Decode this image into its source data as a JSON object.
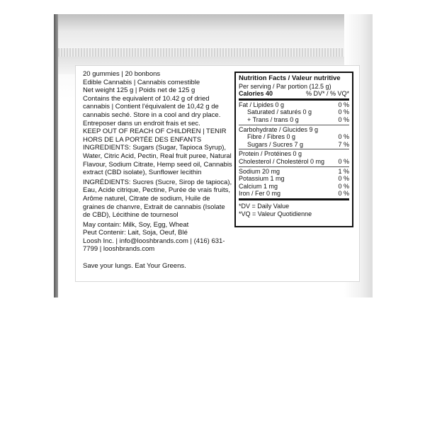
{
  "left_panel": {
    "lines": [
      "20 gummies | 20 bonbons",
      "Edible Cannabis | Cannabis comestible",
      "Net weight 125 g | Poids net de 125 g",
      "Contains the equivalent of 10.42 g of dried cannabis | Contient l'équivalent de 10,42 g de cannabis seché. Store in a cool and dry place. Entreposer dans un endroit frais et sec.",
      "KEEP OUT OF REACH OF CHILDREN | TENIR HORS DE LA PORTÉE DES ENFANTS",
      "INGREDIENTS: Sugars (Sugar, Tapioca Syrup), Water, Citric Acid, Pectin, Real fruit puree, Natural Flavour, Sodium Citrate, Hemp seed oil, Cannabis extract (CBD isolate), Sunflower lecithin",
      "INGRÉDIENTS: Sucres (Sucre, Sirop de tapioca), Eau, Acide citrique, Pectine, Purée de vrais fruits, Arôme naturel, Citrate de sodium, Huile de graines de chanvre, Extrait de cannabis (Isolate de CBD), Lécithine de tournesol",
      "May contain: Milk, Soy, Egg, Wheat",
      "Peut Contenir: Lait, Soja, Oeuf, Blé",
      "Loosh Inc. | info@looshbrands.com | (416) 631-7799 | looshbrands.com"
    ],
    "slogan": "Save your lungs. Eat Your Greens."
  },
  "nutrition": {
    "title": "Nutrition Facts / Valeur nutritive",
    "serving": "Per serving / Par portion (12.5 g)",
    "calories_label": "Calories 40",
    "dv_header": "% DV* / % VQ*",
    "rows": [
      {
        "label": "Fat / Lipides 0 g",
        "dv": "0 %",
        "indent": false
      },
      {
        "label": "Saturated / saturés 0 g",
        "dv": "0 %",
        "indent": true
      },
      {
        "label": "+ Trans / trans 0 g",
        "dv": "0 %",
        "indent": true
      },
      {
        "label": "Carbohydrate / Glucides 9 g",
        "dv": "",
        "indent": false
      },
      {
        "label": "Fibre / Fibres 0 g",
        "dv": "0 %",
        "indent": true
      },
      {
        "label": "Sugars / Sucres  7 g",
        "dv": "7 %",
        "indent": true
      },
      {
        "label": "Protein / Protéines 0 g",
        "dv": "",
        "indent": false
      },
      {
        "label": "Cholesterol / Cholestérol 0 mg",
        "dv": "0 %",
        "indent": false
      },
      {
        "label": "Sodium 20 mg",
        "dv": "1 %",
        "indent": false
      },
      {
        "label": "Potassium  1 mg",
        "dv": "0 %",
        "indent": false
      },
      {
        "label": "Calcium  1 mg",
        "dv": "0 %",
        "indent": false
      },
      {
        "label": "Iron / Fer  0 mg",
        "dv": "0 %",
        "indent": false
      }
    ],
    "footnote_1": "*DV = Daily Value",
    "footnote_2": "*VQ = Valeur Quotidienne"
  }
}
